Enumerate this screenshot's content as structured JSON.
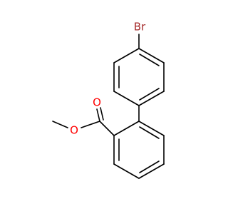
{
  "molecule": {
    "atoms": {
      "bromine": {
        "label": "Br",
        "color": "#A52A2A"
      },
      "carbonyl_oxygen": {
        "label": "O",
        "color": "#FF0000"
      },
      "ester_oxygen": {
        "label": "O",
        "color": "#FF0000"
      }
    }
  }
}
